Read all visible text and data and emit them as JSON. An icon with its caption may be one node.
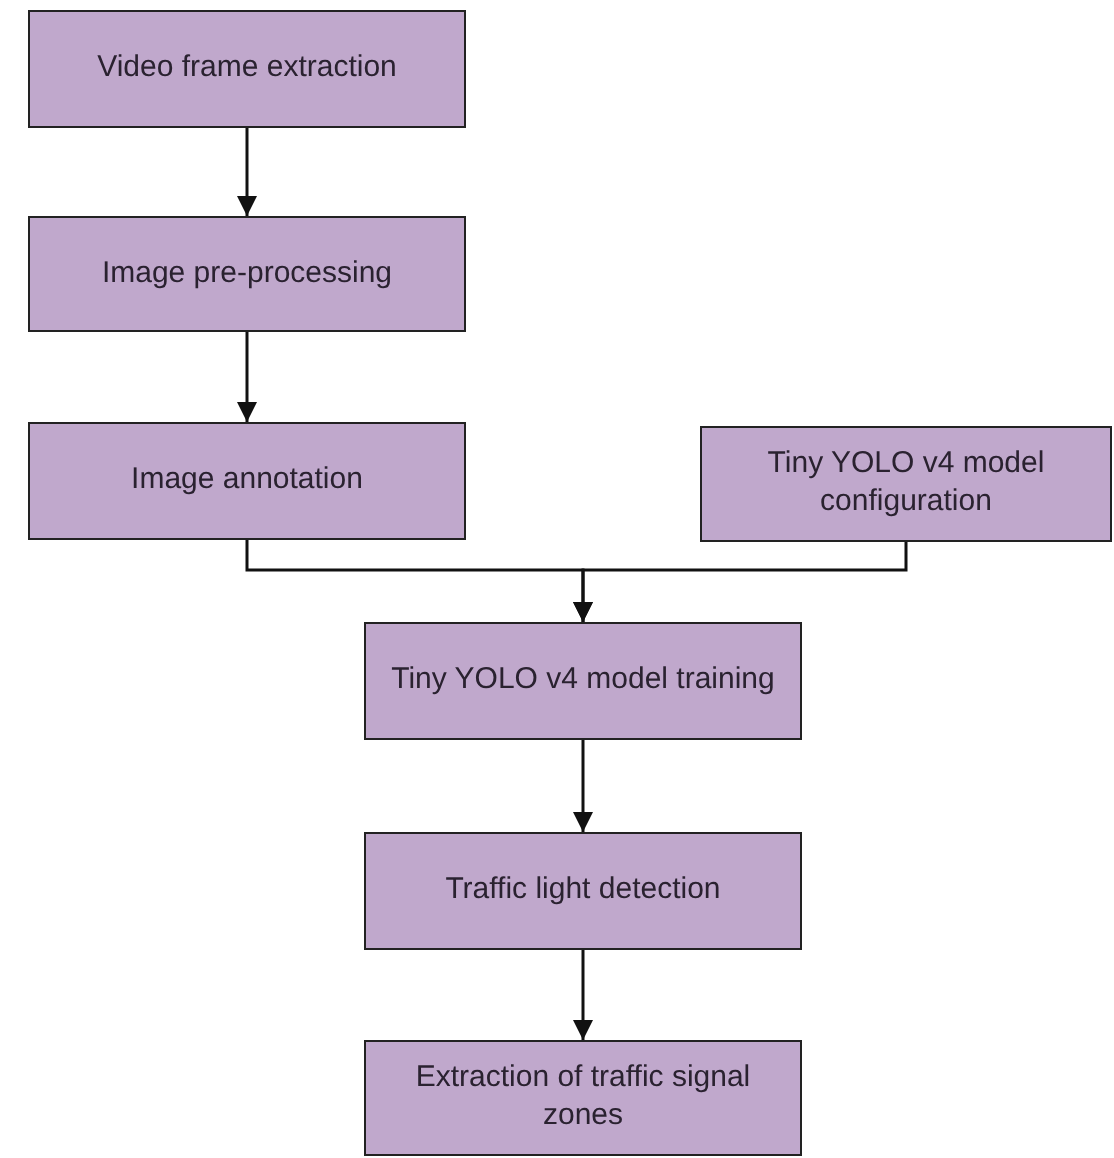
{
  "diagram": {
    "nodes": [
      {
        "text": [
          "Video frame extraction"
        ]
      },
      {
        "text": [
          "Image pre-processing"
        ]
      },
      {
        "text": [
          "Image annotation"
        ]
      },
      {
        "text": [
          "Tiny YOLO v4 model configuration"
        ]
      },
      {
        "text": [
          "Tiny YOLO v4 model training"
        ]
      },
      {
        "text": [
          "Traffic light detection"
        ]
      },
      {
        "text": [
          "Extraction of traffic signal zones"
        ]
      }
    ],
    "edges": [
      {
        "from": 0,
        "to": 1,
        "arrow": "to"
      },
      {
        "from": 1,
        "to": 2,
        "arrow": "to"
      },
      {
        "from": 2,
        "to": 4,
        "arrow": "to"
      },
      {
        "from": 3,
        "to": 4,
        "arrow": "to"
      },
      {
        "from": 4,
        "to": 5,
        "arrow": "to"
      },
      {
        "from": 5,
        "to": 6,
        "arrow": "to"
      }
    ]
  }
}
